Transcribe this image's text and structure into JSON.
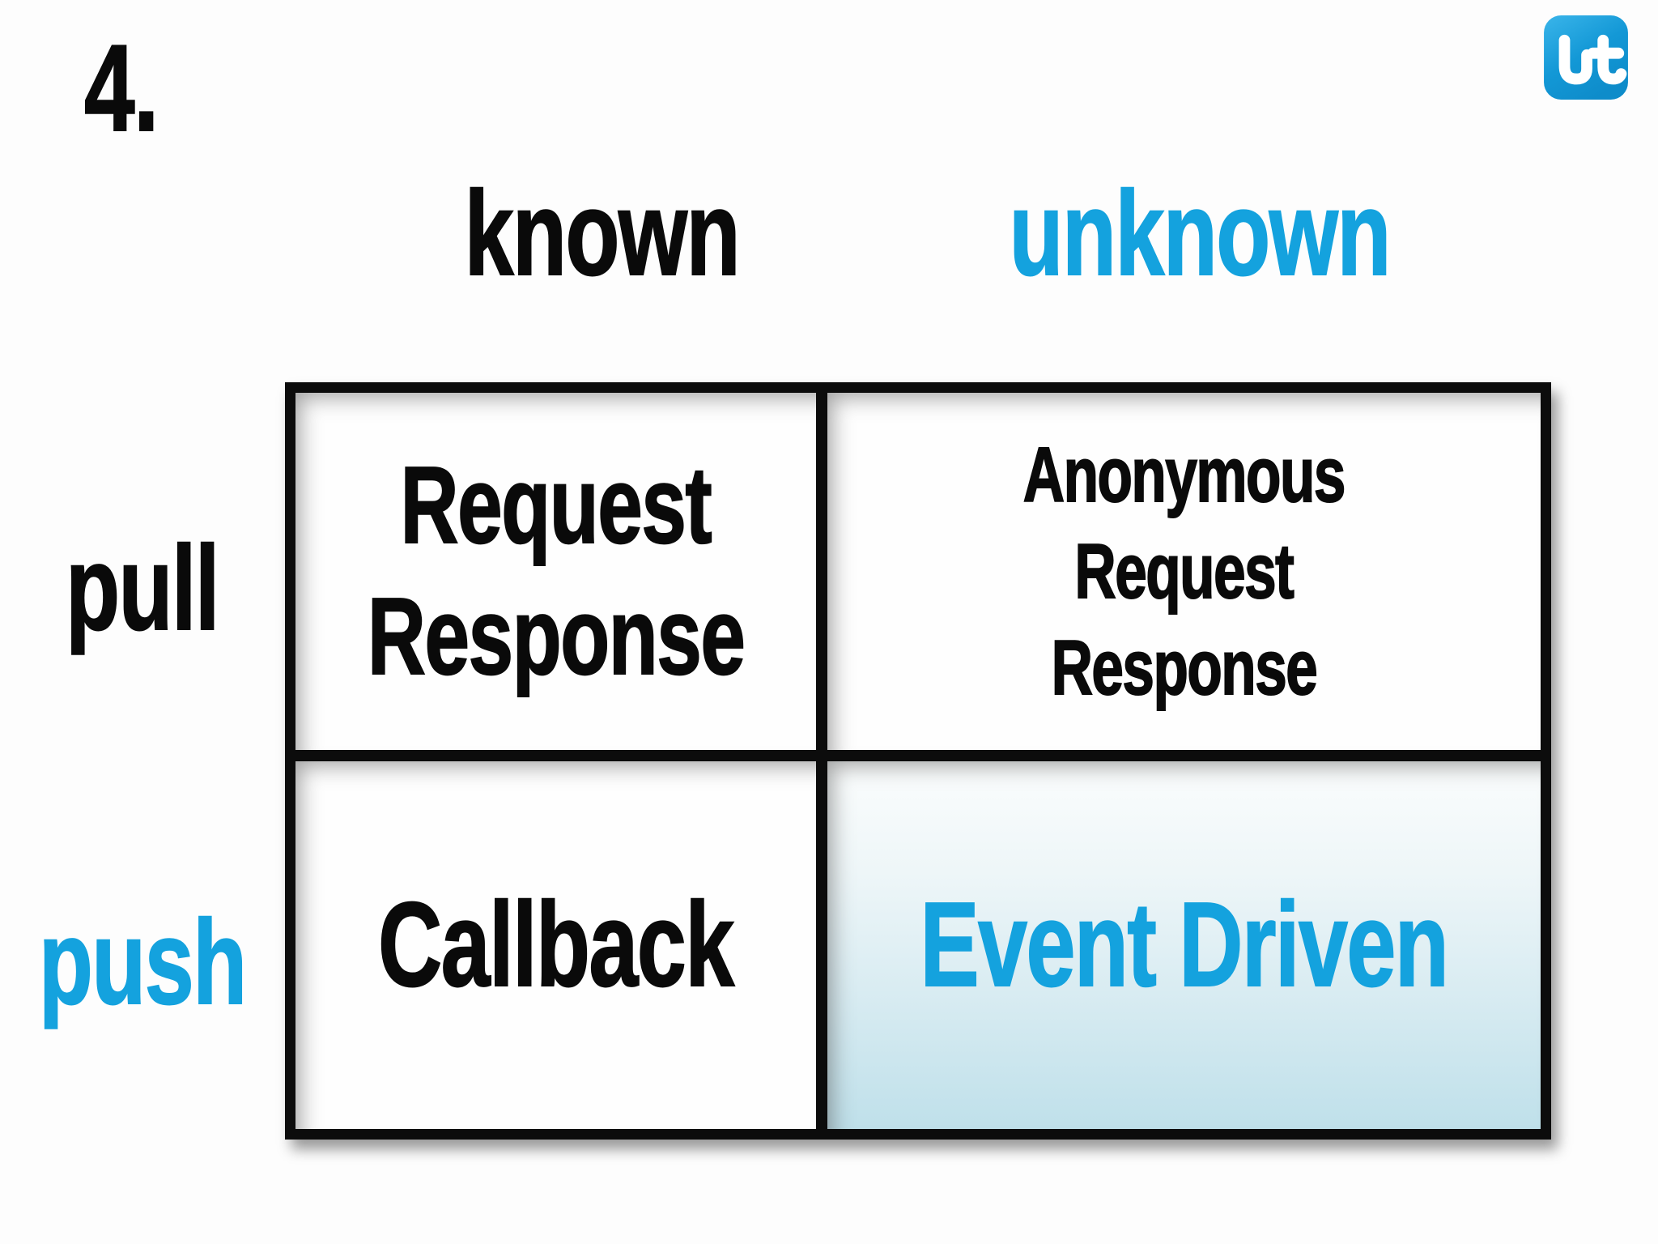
{
  "slide": {
    "page_number": "4.",
    "background_color": "#fdfdfd"
  },
  "logo": {
    "glyph": "wt",
    "shape": "rounded-square",
    "color_top": "#3ab5ea",
    "color_bottom": "#0e8cca",
    "glyph_color": "#ffffff"
  },
  "colors": {
    "text_black": "#0a0a0a",
    "accent_blue": "#14a2de",
    "grid_border": "#0c0c0c",
    "event_cell_gradient_bottom": "#bfe0ea"
  },
  "matrix": {
    "col_headers": [
      {
        "label": "known",
        "color": "#0a0a0a"
      },
      {
        "label": "unknown",
        "color": "#14a2de"
      }
    ],
    "row_headers": [
      {
        "label": "pull",
        "color": "#0a0a0a"
      },
      {
        "label": "push",
        "color": "#14a2de"
      }
    ],
    "cells": {
      "pull_known": {
        "lines": [
          "Request",
          "Response"
        ]
      },
      "pull_unknown": {
        "lines": [
          "Anonymous",
          "Request",
          "Response"
        ]
      },
      "push_known": {
        "lines": [
          "Callback"
        ]
      },
      "push_unknown": {
        "lines": [
          "Event Driven"
        ],
        "highlighted": true
      }
    }
  }
}
